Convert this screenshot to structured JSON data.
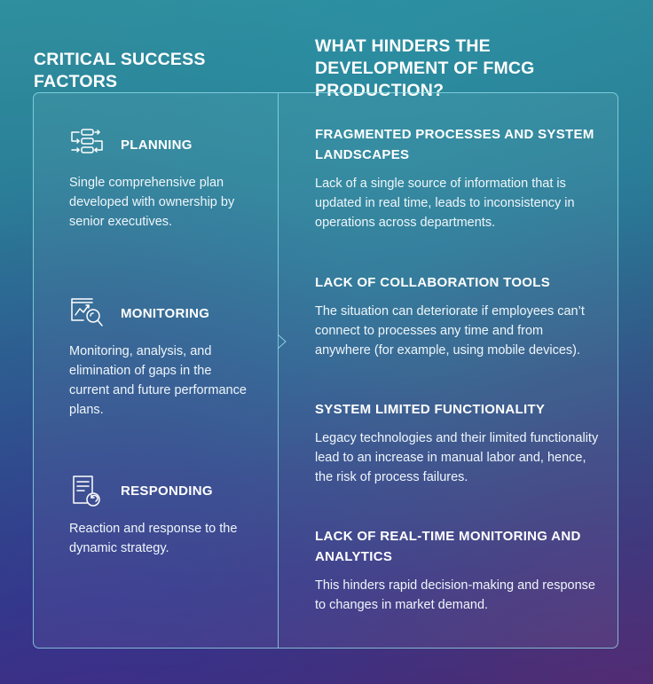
{
  "left_heading": "CRITICAL SUCCESS FACTORS",
  "right_heading": "WHAT HINDERS THE DEVELOPMENT OF FMCG PRODUCTION?",
  "factors": [
    {
      "icon": "planning-flow-icon",
      "title": "PLANNING",
      "description": "Single comprehensive plan developed with ownership by senior executives."
    },
    {
      "icon": "monitoring-chart-magnifier-icon",
      "title": "MONITORING",
      "description": "Monitoring, analysis, and elimination of gaps in the current and future performance plans."
    },
    {
      "icon": "document-response-icon",
      "title": "RESPONDING",
      "description": "Reaction and response to the dynamic strategy."
    }
  ],
  "issues": [
    {
      "title": "FRAGMENTED PROCESSES AND SYSTEM LANDSCAPES",
      "description": "Lack of a single source of information that is updated in real time, leads to inconsistency in operations across departments."
    },
    {
      "title": "LACK OF COLLABORATION TOOLS",
      "description": "The situation can deteriorate if employees can’t connect to processes any time and from anywhere (for example, using mobile devices)."
    },
    {
      "title": "SYSTEM LIMITED FUNCTIONALITY",
      "description": "Legacy technologies and their limited functionality lead to an increase in manual labor and, hence, the risk of process failures."
    },
    {
      "title": "LACK OF REAL-TIME MONITORING AND ANALYTICS",
      "description": "This hinders rapid decision-making and response to changes in market demand."
    }
  ],
  "colors": {
    "border": "#96e1eb",
    "text": "#ffffff",
    "gradient_top": "#2f8f9e",
    "gradient_bottom": "#3a2f78"
  }
}
